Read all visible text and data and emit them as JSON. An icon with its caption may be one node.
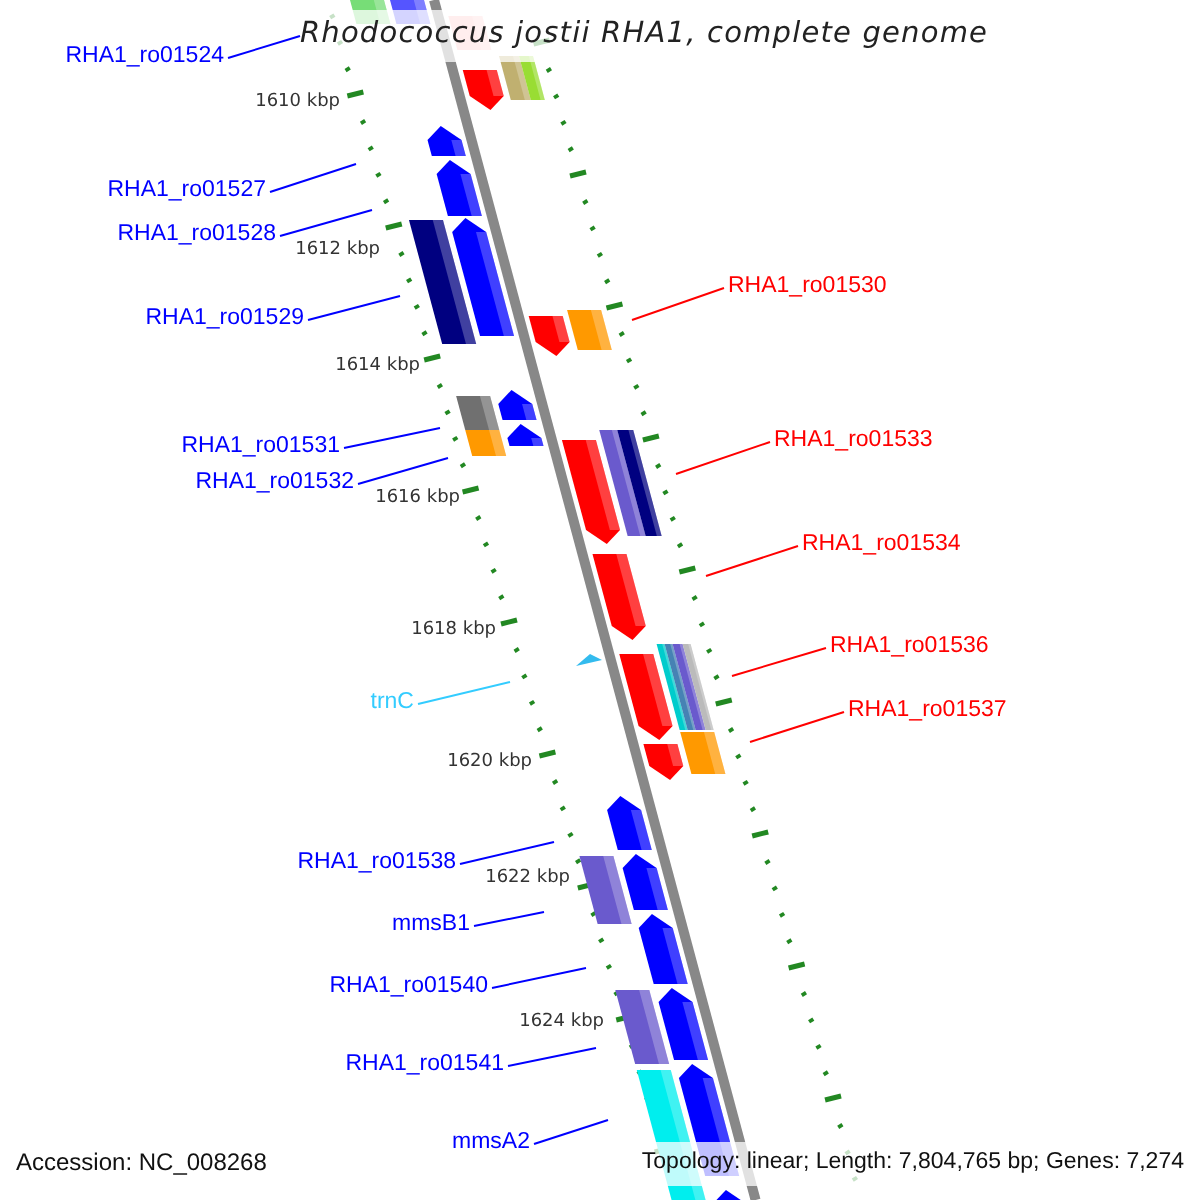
{
  "diagram": {
    "title": "Rhodococcus jostii RHA1, complete genome",
    "nodes": [
      {
        "text": [
          "RHA1_ro01524"
        ]
      },
      {
        "text": [
          "RHA1_ro01527"
        ]
      },
      {
        "text": [
          "RHA1_ro01528"
        ]
      },
      {
        "text": [
          "RHA1_ro01529"
        ]
      },
      {
        "text": [
          "RHA1_ro01530"
        ]
      },
      {
        "text": [
          "RHA1_ro01531"
        ]
      },
      {
        "text": [
          "RHA1_ro01532"
        ]
      },
      {
        "text": [
          "RHA1_ro01533"
        ]
      },
      {
        "text": [
          "RHA1_ro01534"
        ]
      },
      {
        "text": [
          "RHA1_ro01536"
        ]
      },
      {
        "text": [
          "RHA1_ro01537"
        ]
      },
      {
        "text": [
          "trnC"
        ]
      },
      {
        "text": [
          "RHA1_ro01538"
        ]
      },
      {
        "text": [
          "mmsB1"
        ]
      },
      {
        "text": [
          "RHA1_ro01540"
        ]
      },
      {
        "text": [
          "RHA1_ro01541"
        ]
      },
      {
        "text": [
          "mmsA2"
        ]
      }
    ],
    "edges": [
      {
        "from": 0,
        "to": null,
        "arrow": "none"
      },
      {
        "from": 1,
        "to": null,
        "arrow": "none"
      },
      {
        "from": 2,
        "to": null,
        "arrow": "none"
      },
      {
        "from": 3,
        "to": null,
        "arrow": "none"
      },
      {
        "from": 4,
        "to": null,
        "arrow": "none",
        "color": "#ff0000"
      },
      {
        "from": 5,
        "to": null,
        "arrow": "none"
      },
      {
        "from": 6,
        "to": null,
        "arrow": "none"
      },
      {
        "from": 7,
        "to": null,
        "arrow": "none",
        "color": "#ff0000"
      },
      {
        "from": 8,
        "to": null,
        "arrow": "none",
        "color": "#ff0000"
      },
      {
        "from": 9,
        "to": null,
        "arrow": "none",
        "color": "#ff0000"
      },
      {
        "from": 10,
        "to": null,
        "arrow": "none",
        "color": "#ff0000"
      },
      {
        "from": 11,
        "to": null,
        "arrow": "none",
        "color": "#33ccff"
      },
      {
        "from": 12,
        "to": null,
        "arrow": "none"
      },
      {
        "from": 13,
        "to": null,
        "arrow": "none"
      },
      {
        "from": 14,
        "to": null,
        "arrow": "none"
      },
      {
        "from": 15,
        "to": null,
        "arrow": "none"
      },
      {
        "from": 16,
        "to": null,
        "arrow": "none"
      }
    ],
    "labels": [
      "1610 kbp",
      "1612 kbp",
      "1614 kbp",
      "1616 kbp",
      "1618 kbp",
      "1620 kbp",
      "1622 kbp",
      "1624 kbp",
      "Accession: NC_008268",
      "Topology: linear; Length: 7,804,765 bp; Genes: 7,274"
    ]
  }
}
